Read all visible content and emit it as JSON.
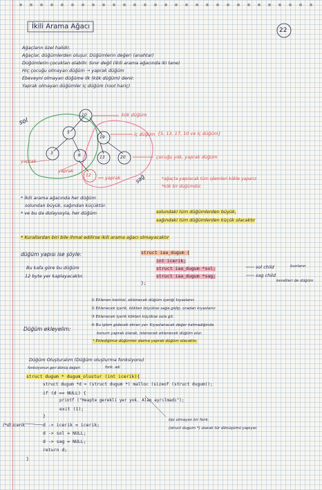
{
  "page_number": "22",
  "title": "İkili Arama Ağacı",
  "bullets": [
    "Ağaçların özel halidir.",
    "Ağaçlar, düğümlerden oluşur. Düğümlerin değeri (anahtar)",
    "Düğümlerin çocukları olabilir. Sınır değil (ikili arama ağacında iki tane)",
    "Hiç çocuğu olmayan düğüm → yaprak düğüm",
    "Ebeveyni olmayan düğüme ilk (kök düğüm) denir.",
    "Yaprak olmayan düğümler iç düğüm (root hariç)"
  ],
  "tree": {
    "nodes": [
      "10",
      "5",
      "19",
      "3",
      "6",
      "13",
      "20",
      "12"
    ],
    "left_label": "sol",
    "right_label": "sağ",
    "root_label": "kök düğüm",
    "inner_label": "iç düğüm",
    "inner_set": "{5, 13, 17, 10 ve iç düğüm}",
    "leaf_label": "yaprak",
    "leaf_label2": "yaprak",
    "leaf_label3": "yaprak",
    "no_child_label": "çocuğu yok, yaprak düğüm",
    "note1": "*ağaçta yapılacak tüm işlemleri kökle yaparız",
    "note2": "*kök bir düğümdür."
  },
  "rules": [
    "* İkili arama ağacında her düğüm",
    "solundan büyük, sağından küçüktür.",
    "* ve bu da dolayısıyla, her düğüm",
    "solundaki tüm düğümlerden büyük,",
    "sağındaki tüm düğümlerden küçük olacaktır",
    "* Kurallardan biri bile ihmal edilirse ikili arama ağacı olmayacaktır"
  ],
  "struct_section": {
    "heading": "düğüm yapısı ise şöyle:",
    "code": [
      "struct iaa_dugum {",
      "int icerik;",
      "struct iaa_dugum *sol;",
      "struct iaa_dugum *sag;",
      "};"
    ],
    "note_left": [
      "Bu kafa göre bu düğüm",
      "12 byte yer kaplayacaktır."
    ],
    "note_right": [
      "sol child",
      "sag child"
    ],
    "note_far": [
      "bunların",
      "kendileri de düğüm"
    ]
  },
  "insert_section": {
    "heading": "Düğüm ekleyelim:",
    "steps": [
      "① Eklenen kontrol, eklenecek düğüm içeriği kıyaslanır.",
      "② Eklenecek içerik, kökten büyükse sağa gidip, oradan kıyaslanır.",
      "③ Eklenecek içerik kökten küçükse sola git.",
      "④ Bu işlem gidecek ekran yer. Kıyaslanacak değer kalmadığında",
      "konum yaprak olarak, istenecek eklenecek düğüm olur.",
      "* Eklediğimiz düğümler daima yaprak düğüm olacaktır."
    ]
  },
  "create_section": {
    "heading": "Düğüm Oluşturalım (Düğüm oluşturma fonksiyonu)",
    "return_note": "fonksiyonun geri dönüş değeri",
    "name_note": "fonk. adı",
    "code": [
      "struct dugum * dugum_olustur (int icerik){",
      "struct dugum *d = (struct dugum *) malloc (sizeof (struct dugum));",
      "if (d == NULL) {",
      "printf (\"Heapte gerekli yer yok. Alan ayrılmadı\");",
      "exit (1);",
      "}",
      "d -> icerik = icerik;",
      "d -> sol = NULL;",
      "d -> sag = NULL;",
      "return d;",
      "}"
    ],
    "side_label": "(*d).icerik",
    "cast_note": [
      "tipi olmayan bir fonk.",
      "(struct dugum *) olarak tür dönüşümü yapıyor."
    ]
  },
  "colors": {
    "ink": "#232343",
    "red": "#d64545",
    "green": "#5aa86a",
    "yellow": "#f5e650",
    "pink": "#f082a0"
  }
}
